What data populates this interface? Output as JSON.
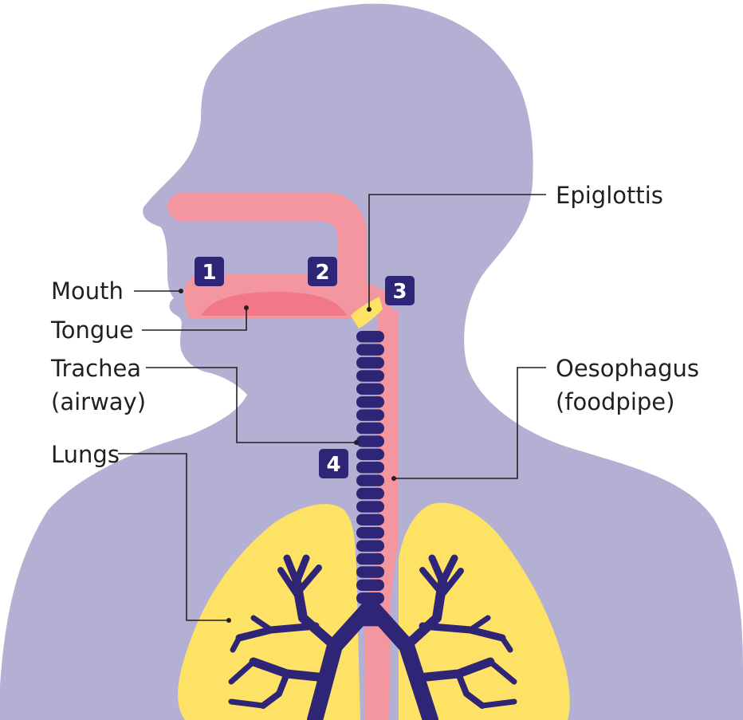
{
  "colors": {
    "silhouette": "#b4b0d3",
    "pink": "#f4969f",
    "tongue": "#f07888",
    "yellow": "#fde266",
    "navy": "#2e2577",
    "text": "#231f20"
  },
  "labels": {
    "mouth": "Mouth",
    "tongue": "Tongue",
    "trachea_line1": "Trachea",
    "trachea_line2": "(airway)",
    "lungs": "Lungs",
    "epiglottis": "Epiglottis",
    "oesophagus_line1": "Oesophagus",
    "oesophagus_line2": "(foodpipe)"
  },
  "badges": [
    "1",
    "2",
    "3",
    "4"
  ]
}
